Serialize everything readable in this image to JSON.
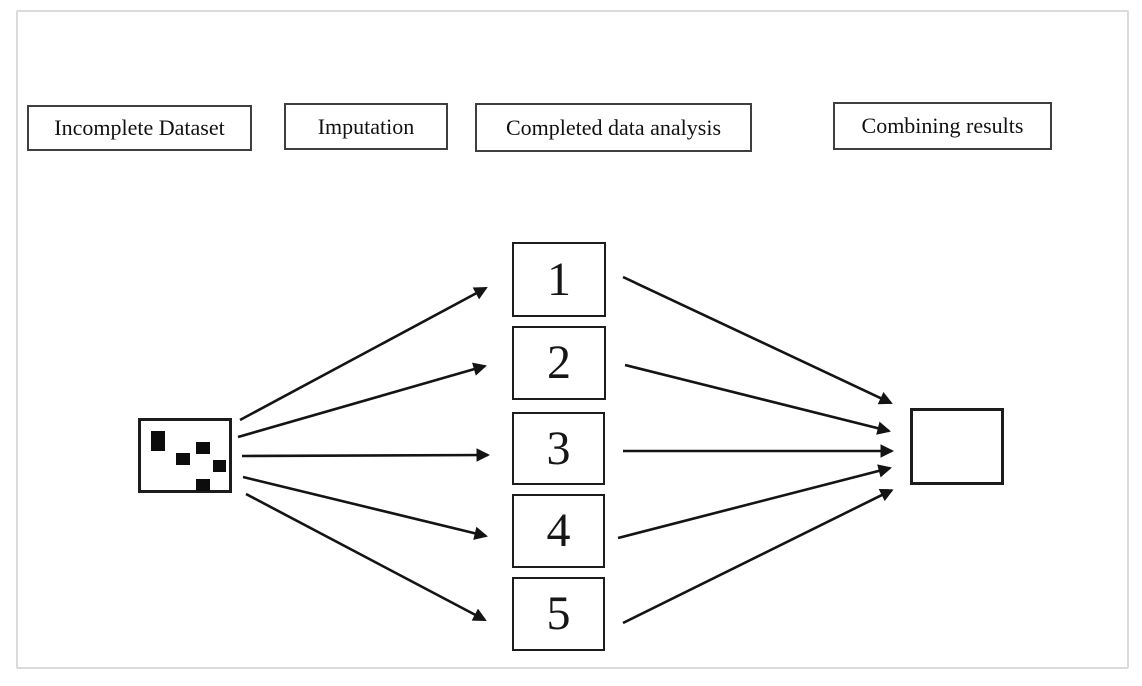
{
  "diagram": {
    "type": "flow-diagram",
    "description": "Multiple imputation workflow: incomplete dataset is imputed into 5 completed datasets, each analyzed, then results combined",
    "stage_headers": [
      {
        "id": "incomplete-dataset",
        "label": "Incomplete Dataset"
      },
      {
        "id": "imputation",
        "label": "Imputation"
      },
      {
        "id": "completed-data-analysis",
        "label": "Completed data analysis"
      },
      {
        "id": "combining-results",
        "label": "Combining results"
      }
    ],
    "incomplete_dataset_node": {
      "label": "",
      "icon": "missing-data-pattern",
      "missing_cell_count": 5
    },
    "imputed_boxes": [
      {
        "label": "1"
      },
      {
        "label": "2"
      },
      {
        "label": "3"
      },
      {
        "label": "4"
      },
      {
        "label": "5"
      }
    ],
    "result_node": {
      "label": ""
    },
    "edges": [
      {
        "from": "incomplete-dataset",
        "to": "imputed-1"
      },
      {
        "from": "incomplete-dataset",
        "to": "imputed-2"
      },
      {
        "from": "incomplete-dataset",
        "to": "imputed-3"
      },
      {
        "from": "incomplete-dataset",
        "to": "imputed-4"
      },
      {
        "from": "incomplete-dataset",
        "to": "imputed-5"
      },
      {
        "from": "imputed-1",
        "to": "combined-result"
      },
      {
        "from": "imputed-2",
        "to": "combined-result"
      },
      {
        "from": "imputed-3",
        "to": "combined-result"
      },
      {
        "from": "imputed-4",
        "to": "combined-result"
      },
      {
        "from": "imputed-5",
        "to": "combined-result"
      }
    ],
    "colors": {
      "frame_border": "#dbdbdb",
      "header_box_border": "#3f3f3f",
      "node_box_border": "#1c1c1c",
      "arrow": "#141414",
      "missing_cell_fill": "#0c0c0c",
      "background": "#ffffff",
      "text": "#111111"
    }
  }
}
